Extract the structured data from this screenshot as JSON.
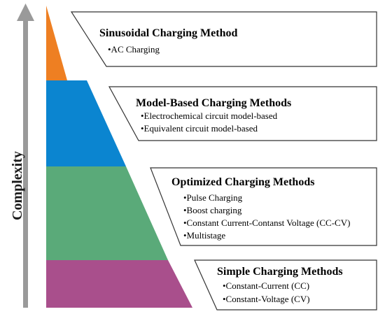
{
  "axis": {
    "label": "Complexity"
  },
  "colors": {
    "sinusoidal": "#ee7f22",
    "model_based": "#0b85d0",
    "optimized": "#5aaa79",
    "simple": "#a94f8c",
    "arrow": "#9a9a9a",
    "box_stroke": "#333333"
  },
  "levels": [
    {
      "key": "sinusoidal",
      "title": "Sinusoidal Charging Method",
      "items": [
        "•AC Charging"
      ]
    },
    {
      "key": "model_based",
      "title": "Model-Based Charging Methods",
      "items": [
        "•Electrochemical circuit model-based",
        "•Equivalent circuit model-based"
      ]
    },
    {
      "key": "optimized",
      "title": "Optimized Charging Methods",
      "items": [
        "•Pulse Charging",
        "•Boost charging",
        "•Constant Current-Contanst Voltage (CC-CV)",
        "•Multistage"
      ]
    },
    {
      "key": "simple",
      "title": "Simple Charging Methods",
      "items": [
        "•Constant-Current (CC)",
        "•Constant-Voltage (CV)"
      ]
    }
  ]
}
